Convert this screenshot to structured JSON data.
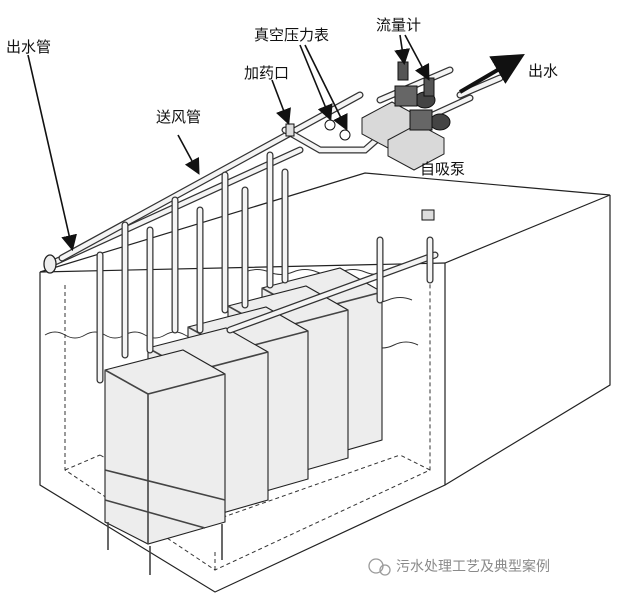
{
  "labels": {
    "outlet_pipe": "出水管",
    "air_pipe": "送风管",
    "dosing_port": "加药口",
    "vacuum_gauge": "真空压力表",
    "flow_meter": "流量计",
    "water_out": "出水",
    "self_priming_pump": "自吸泵"
  },
  "watermark": "污水处理工艺及典型案例"
}
